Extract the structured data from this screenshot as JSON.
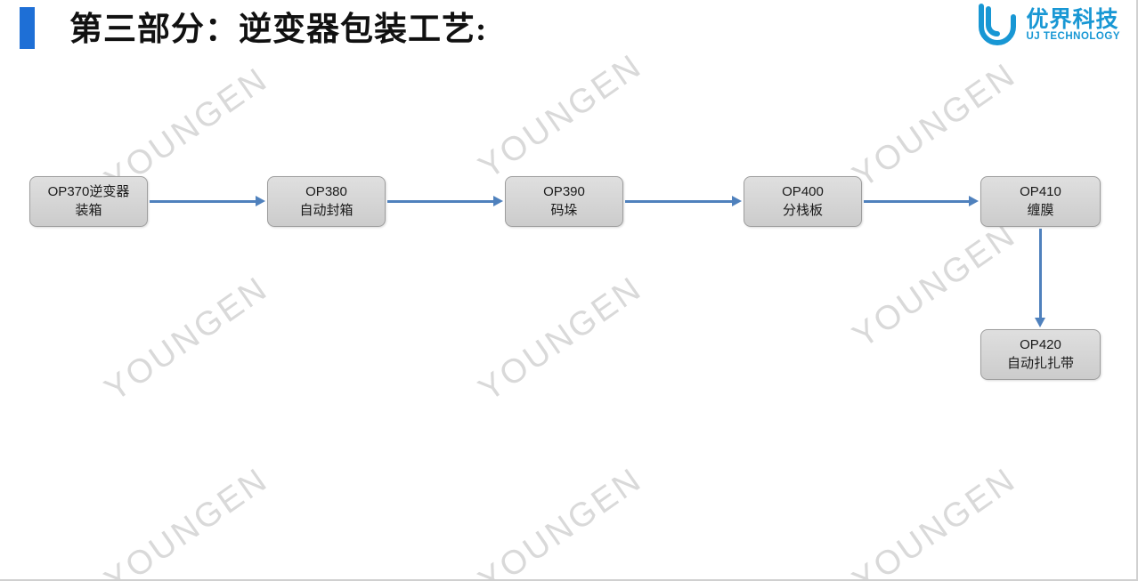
{
  "slide": {
    "title": "第三部分：逆变器包装工艺:",
    "accent_color": "#1e6fd6",
    "background": "#ffffff"
  },
  "logo": {
    "name": "优界科技",
    "subtitle": "UJ TECHNOLOGY",
    "color": "#1897d4"
  },
  "watermark": {
    "text": "YOUNGEN",
    "color": "#d9d9d9"
  },
  "flowchart": {
    "arrow_color": "#4f81bd",
    "box_fill": "#d9d9d9",
    "box_border": "#9d9d9d",
    "nodes": [
      {
        "id": "OP370",
        "line1": "OP370逆变器",
        "line2": "装箱"
      },
      {
        "id": "OP380",
        "line1": "OP380",
        "line2": "自动封箱"
      },
      {
        "id": "OP390",
        "line1": "OP390",
        "line2": "码垛"
      },
      {
        "id": "OP400",
        "line1": "OP400",
        "line2": "分栈板"
      },
      {
        "id": "OP410",
        "line1": "OP410",
        "line2": "缠膜"
      },
      {
        "id": "OP420",
        "line1": "OP420",
        "line2": "自动扎扎带"
      }
    ]
  }
}
